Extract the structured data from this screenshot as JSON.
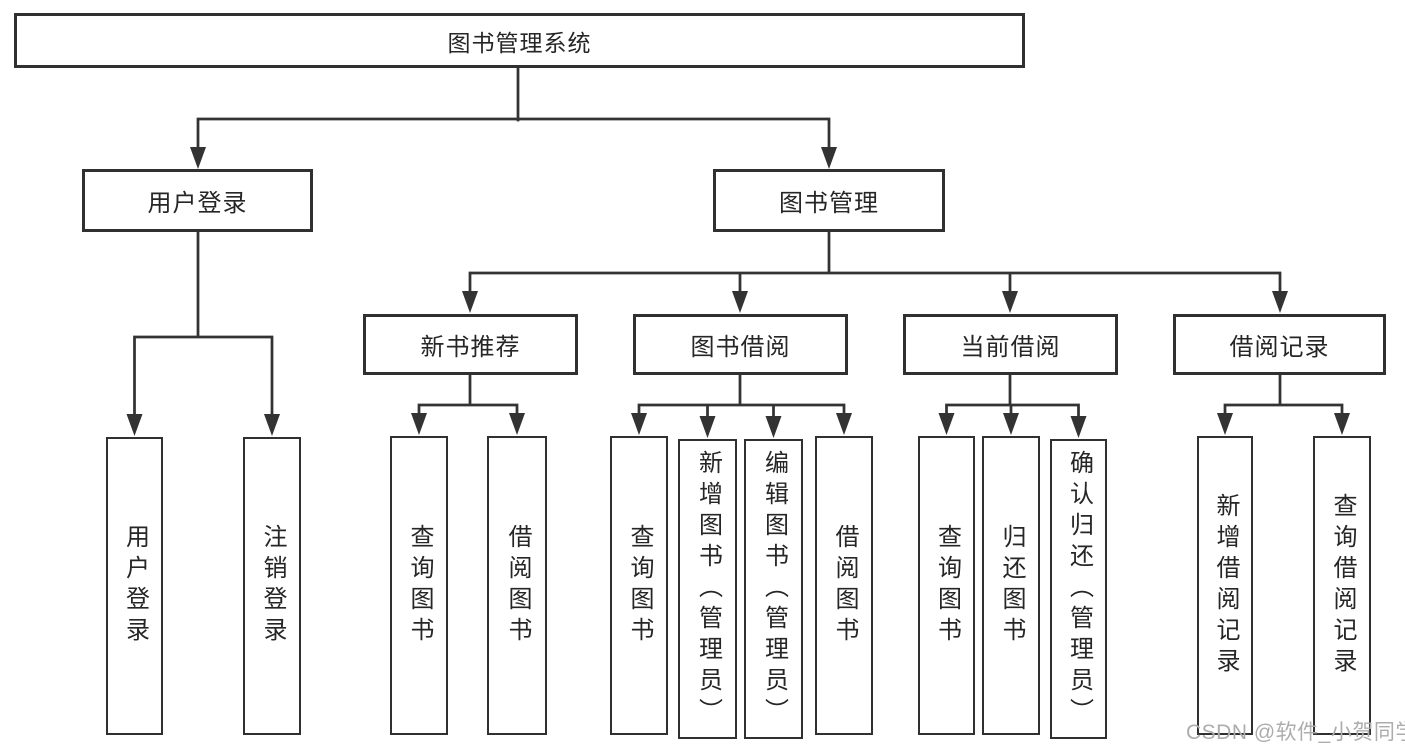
{
  "diagram": {
    "title": "图书管理系统",
    "level2": {
      "user_login": "用户登录",
      "book_management": "图书管理"
    },
    "level3": {
      "new_book_recommend": "新书推荐",
      "book_borrow": "图书借阅",
      "current_borrow": "当前借阅",
      "borrow_records": "借阅记录"
    },
    "leaves": {
      "user_login": "用户登录",
      "logout_login": "注销登录",
      "nb_query_books": "查询图书",
      "nb_borrow_books": "借阅图书",
      "bb_query_books": "查询图书",
      "bb_add_books": "新增图书（管理员）",
      "bb_edit_books": "编辑图书（管理员）",
      "bb_borrow_books": "借阅图书",
      "cb_query_books": "查询图书",
      "cb_return_books": "归还图书",
      "cb_confirm_return": "确认归还（管理员）",
      "br_add_record": "新增借阅记录",
      "br_query_record": "查询借阅记录"
    }
  },
  "watermark": {
    "text": "CSDN @软件_小贺同学"
  },
  "colors": {
    "line": "#333333",
    "border": "#303030",
    "background": "#ffffff",
    "text": "#262626",
    "watermark": "#adadad"
  }
}
